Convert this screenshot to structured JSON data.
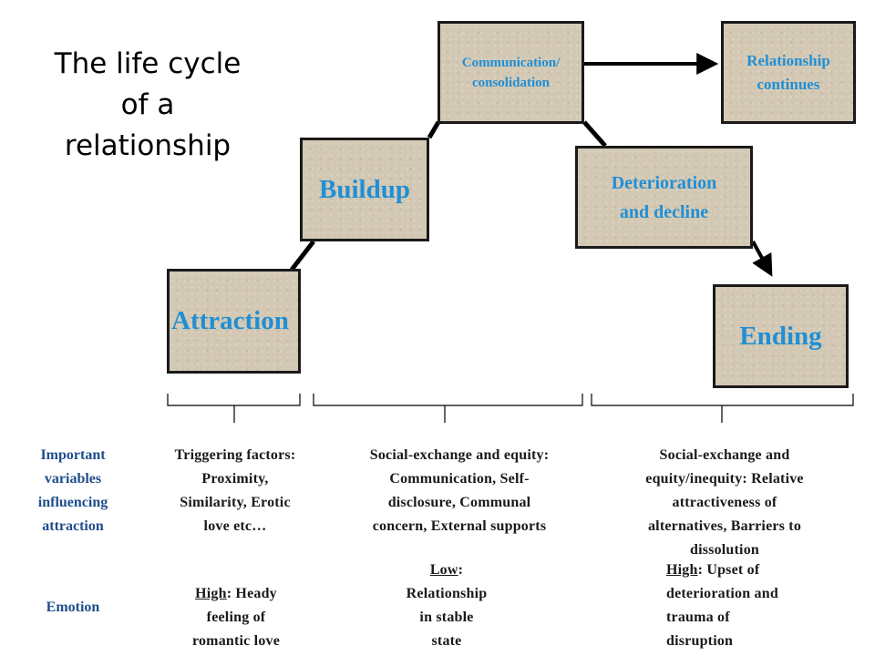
{
  "title": {
    "line1": "The life cycle",
    "line2": "of a",
    "line3": "relationship"
  },
  "stages": {
    "attraction": "Attraction",
    "buildup": "Buildup",
    "communication_line1": "Communication/",
    "communication_line2": "consolidation",
    "relationship_line1": "Relationship",
    "relationship_line2": "continues",
    "deterioration_line1": "Deterioration",
    "deterioration_line2": "and decline",
    "ending": "Ending"
  },
  "row_labels": {
    "important": [
      "Important",
      "variables",
      "influencing",
      "attraction"
    ],
    "emotion": "Emotion"
  },
  "variables": {
    "attraction_phase": [
      "Triggering factors:",
      "Proximity,",
      "Similarity, Erotic",
      "love etc…"
    ],
    "stable_phase": [
      "Social-exchange and equity:",
      "Communication, Self-",
      "disclosure, Communal",
      "concern, External supports"
    ],
    "decline_phase": [
      "Social-exchange and",
      "equity/inequity:  Relative",
      "attractiveness of",
      "alternatives, Barriers to",
      "dissolution"
    ]
  },
  "emotions": {
    "attraction_phase": {
      "level": "High",
      "line1_rest": ":  Heady",
      "line2": "feeling of",
      "line3": "romantic love"
    },
    "stable_phase": {
      "level": "Low",
      "line1_rest": ":",
      "line2": "Relationship",
      "line3": "in stable",
      "line4": "state"
    },
    "decline_phase": {
      "level": "High",
      "line1_rest": ":  Upset of",
      "line2": "deterioration and",
      "line3": "trauma of",
      "line4": "disruption"
    }
  },
  "colors": {
    "stage_text": "#1f8fd6",
    "row_label": "#1f4e8c",
    "box_fill": "#d3c8b3"
  }
}
